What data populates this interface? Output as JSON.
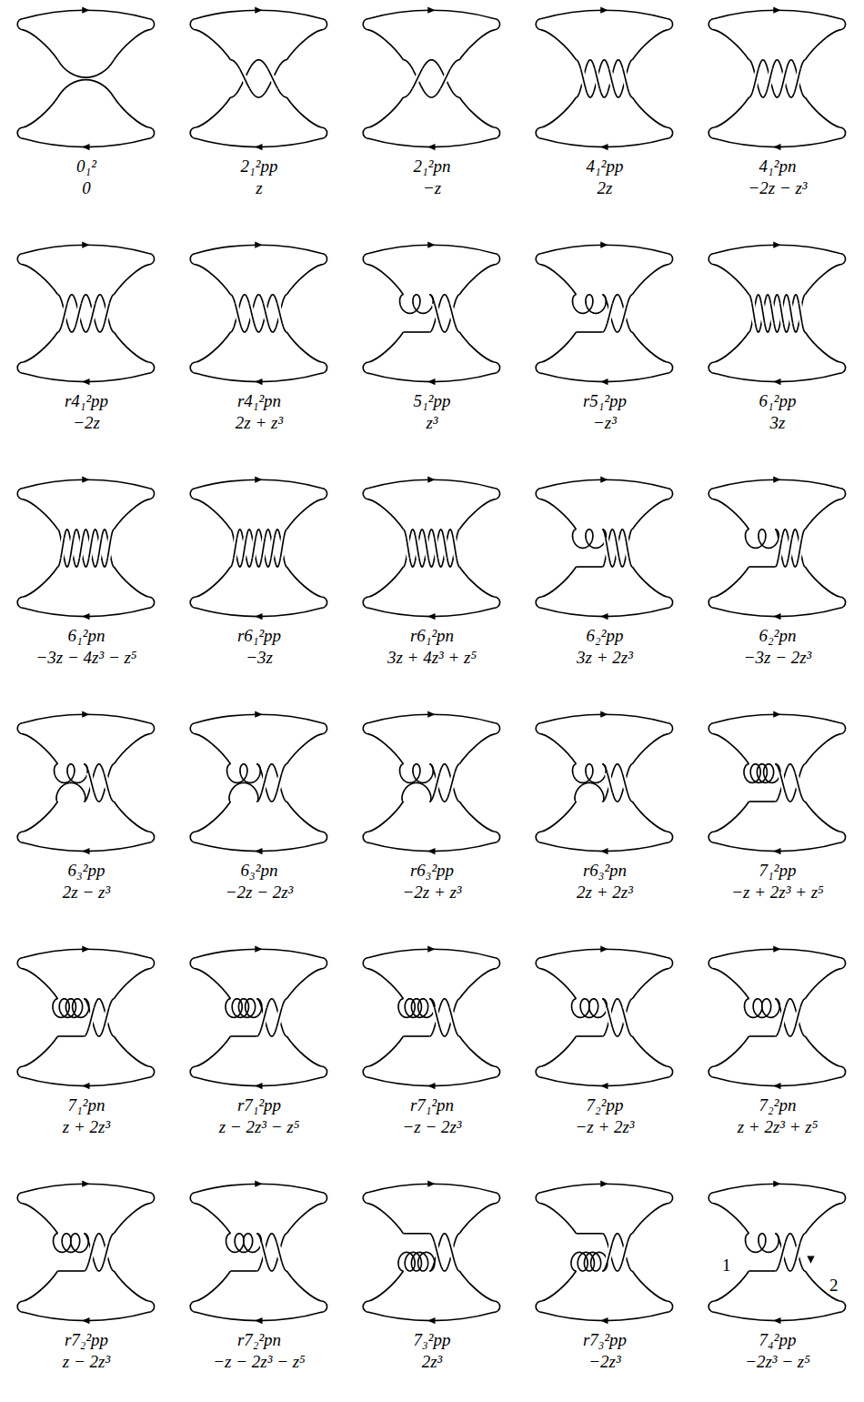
{
  "diagram": {
    "labels": [
      "0₁²",
      "0",
      "2₁²pp",
      "z",
      "2₁²pn",
      "−z",
      "4₁²pp",
      "2z",
      "4₁²pn",
      "−2z − z³",
      "r4₁²pp",
      "−2z",
      "r4₁²pn",
      "2z + z³",
      "5₁²pp",
      "z³",
      "r5₁²pp",
      "−z³",
      "6₁²pp",
      "3z",
      "6₁²pn",
      "−3z − 4z³ − z⁵",
      "r6₁²pp",
      "−3z",
      "r6₁²pn",
      "3z + 4z³ + z⁵",
      "6₂²pp",
      "3z + 2z³",
      "6₂²pn",
      "−3z − 2z³",
      "6₃²pp",
      "2z − z³",
      "6₃²pn",
      "−2z − 2z³",
      "r6₃²pp",
      "−2z + z³",
      "r6₃²pn",
      "2z + 2z³",
      "7₁²pp",
      "−z + 2z³ + z⁵",
      "7₁²pn",
      "z + 2z³",
      "r7₁²pp",
      "z − 2z³ − z⁵",
      "r7₁²pn",
      "−z − 2z³",
      "7₂²pp",
      "−z + 2z³",
      "7₂²pn",
      "z + 2z³ + z⁵",
      "r7₂²pp",
      "z − 2z³",
      "r7₂²pn",
      "−z − 2z³ − z⁵",
      "7₃²pp",
      "2z³",
      "r7₃²pp",
      "−2z³",
      "7₄²pp",
      "−2z³ − z⁵",
      "1",
      "2"
    ]
  }
}
